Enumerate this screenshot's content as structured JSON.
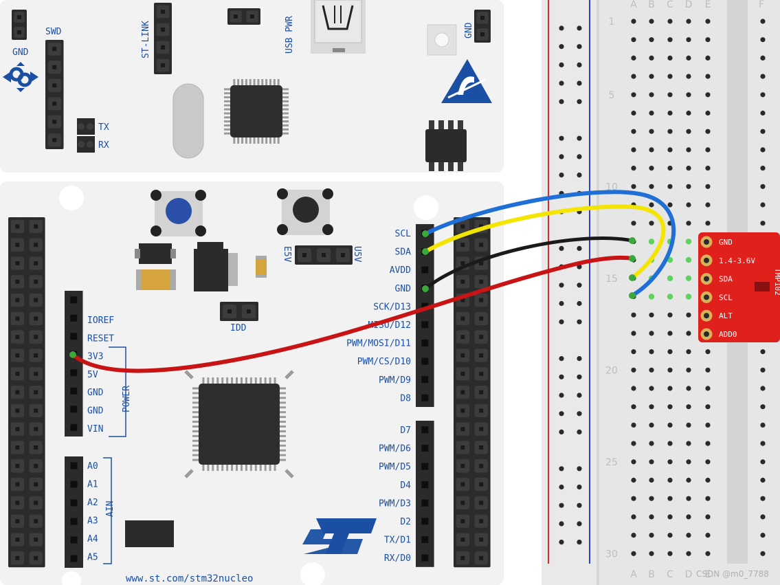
{
  "board": {
    "header_top": {
      "swd": "SWD",
      "gnd": "GND",
      "st_link": "ST-LINK",
      "usb_pwr": "USB PWR",
      "gnd_right": "GND",
      "tx": "TX",
      "rx": "RX"
    },
    "power_labels": [
      "IOREF",
      "RESET",
      "3V3",
      "5V",
      "GND",
      "GND",
      "VIN"
    ],
    "power_group": "POWER",
    "analog_labels": [
      "A0",
      "A1",
      "A2",
      "A3",
      "A4",
      "A5"
    ],
    "analog_group": "AIN",
    "digital_upper": [
      "SCL",
      "SDA",
      "AVDD",
      "GND",
      "SCK/D13",
      "MISO/D12",
      "PWM/MOSI/D11",
      "PWM/CS/D10",
      "PWM/D9",
      "D8"
    ],
    "digital_lower": [
      "D7",
      "PWM/D6",
      "PWM/D5",
      "D4",
      "PWM/D3",
      "D2",
      "TX/D1",
      "RX/D0"
    ],
    "e5v": "E5V",
    "u5v": "U5V",
    "idd": "IDD",
    "url": "www.st.com/stm32nucleo"
  },
  "breadboard": {
    "columns_top": [
      "A",
      "B",
      "C",
      "D",
      "E",
      "F"
    ],
    "columns_bottom": [
      "A",
      "B",
      "C",
      "D",
      "E"
    ],
    "row_numbers": [
      "1",
      "5",
      "10",
      "15",
      "20",
      "25",
      "30"
    ]
  },
  "sensor": {
    "pins": [
      "GND",
      "1.4-3.6V",
      "SDA",
      "SCL",
      "ALT",
      "ADD0"
    ],
    "side_label": "TMP102"
  },
  "wires": [
    {
      "name": "SCL",
      "color": "#1f6fd6"
    },
    {
      "name": "SDA",
      "color": "#f4e500"
    },
    {
      "name": "GND",
      "color": "#1a1a1a"
    },
    {
      "name": "3V3",
      "color": "#c81414"
    }
  ],
  "colors": {
    "st_blue": "#1a4fa3",
    "sensor_red": "#e0201b",
    "header_black": "#2b2b2b"
  },
  "watermark": "CSDN @m0_7788"
}
